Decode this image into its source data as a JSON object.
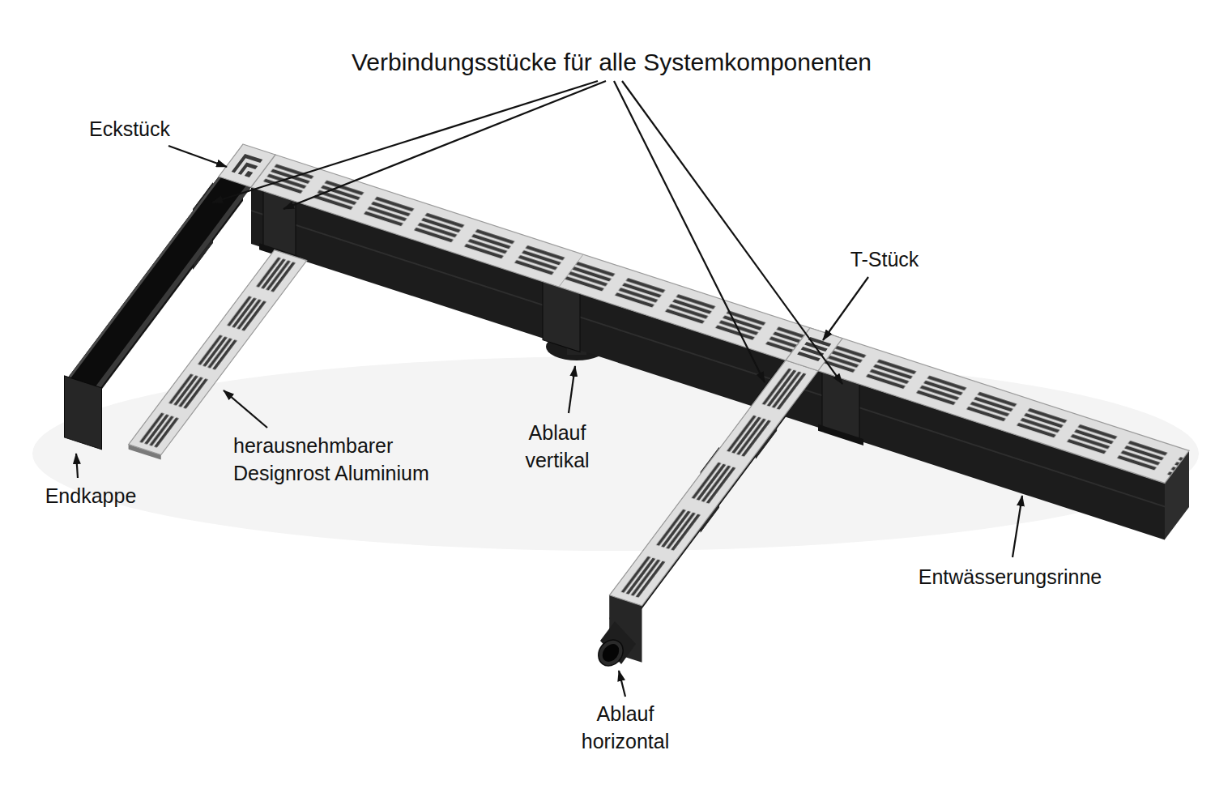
{
  "diagram": {
    "labels": [
      "Verbindungsstücke für alle Systemkomponenten",
      "Eckstück",
      "T-Stück",
      "Endkappe",
      "herausnehmbarer Designrost Aluminium",
      "Ablauf vertikal",
      "Ablauf horizontal",
      "Entwässerungsrinne"
    ]
  }
}
